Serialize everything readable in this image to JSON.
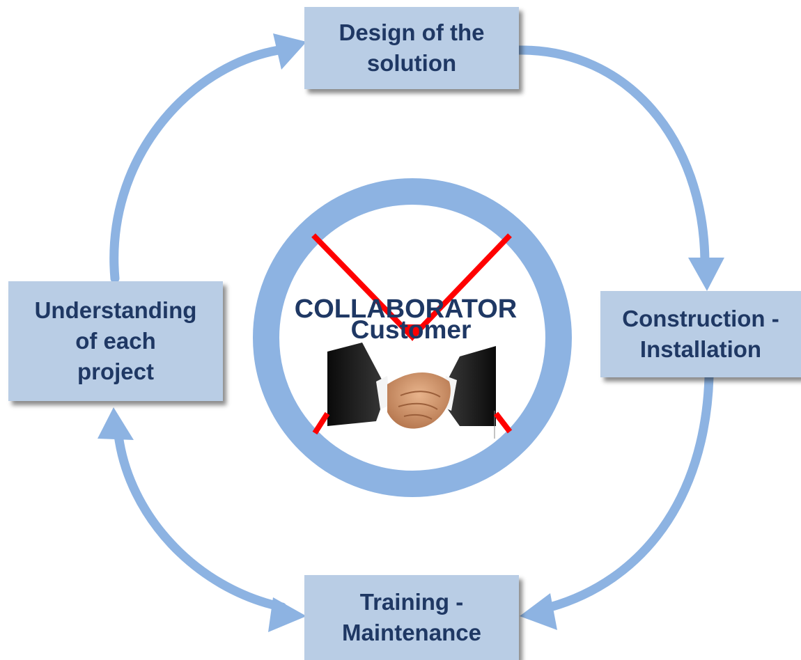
{
  "stages": {
    "design": [
      "Design of the",
      "solution"
    ],
    "construction": [
      "Construction -",
      "Installation"
    ],
    "training": [
      "Training -",
      "Maintenance"
    ],
    "understanding": [
      "Understanding",
      "of each",
      "project"
    ]
  },
  "center": {
    "crossed_label": "COLLABORATOR",
    "label": "Customer",
    "image": "handshake"
  },
  "colors": {
    "arrow": "#8db3e2",
    "box_fill": "#b9cde5",
    "text": "#1f3864",
    "cross": "#ff0000"
  }
}
